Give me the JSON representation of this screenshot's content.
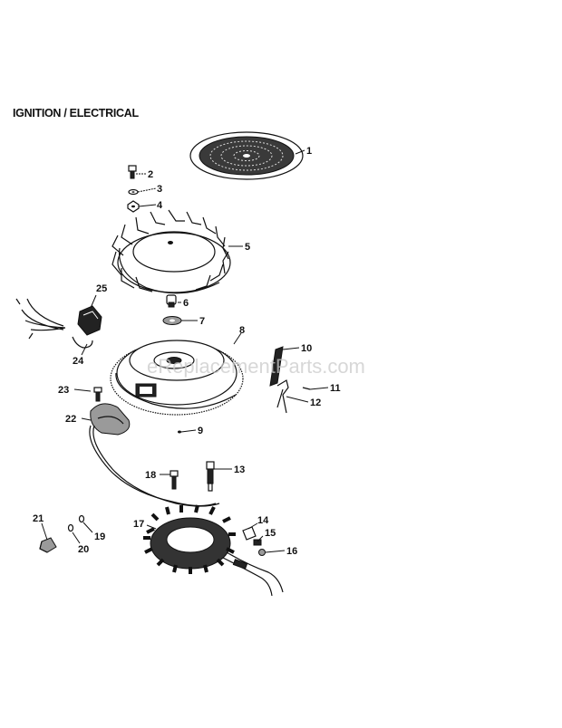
{
  "header": {
    "title": "IGNITION / ELECTRICAL"
  },
  "watermark": "eReplacementParts.com",
  "parts": [
    {
      "id": "p1",
      "label": "1"
    },
    {
      "id": "p2",
      "label": "2"
    },
    {
      "id": "p3",
      "label": "3"
    },
    {
      "id": "p4",
      "label": "4"
    },
    {
      "id": "p5",
      "label": "5"
    },
    {
      "id": "p6",
      "label": "6"
    },
    {
      "id": "p7",
      "label": "7"
    },
    {
      "id": "p8",
      "label": "8"
    },
    {
      "id": "p9",
      "label": "9"
    },
    {
      "id": "p10",
      "label": "10"
    },
    {
      "id": "p11",
      "label": "11"
    },
    {
      "id": "p12",
      "label": "12"
    },
    {
      "id": "p13",
      "label": "13"
    },
    {
      "id": "p14",
      "label": "14"
    },
    {
      "id": "p15",
      "label": "15"
    },
    {
      "id": "p16",
      "label": "16"
    },
    {
      "id": "p17",
      "label": "17"
    },
    {
      "id": "p18",
      "label": "18"
    },
    {
      "id": "p19",
      "label": "19"
    },
    {
      "id": "p20",
      "label": "20"
    },
    {
      "id": "p21",
      "label": "21"
    },
    {
      "id": "p22",
      "label": "22"
    },
    {
      "id": "p23",
      "label": "23"
    },
    {
      "id": "p24",
      "label": "24"
    },
    {
      "id": "p25",
      "label": "25"
    }
  ]
}
